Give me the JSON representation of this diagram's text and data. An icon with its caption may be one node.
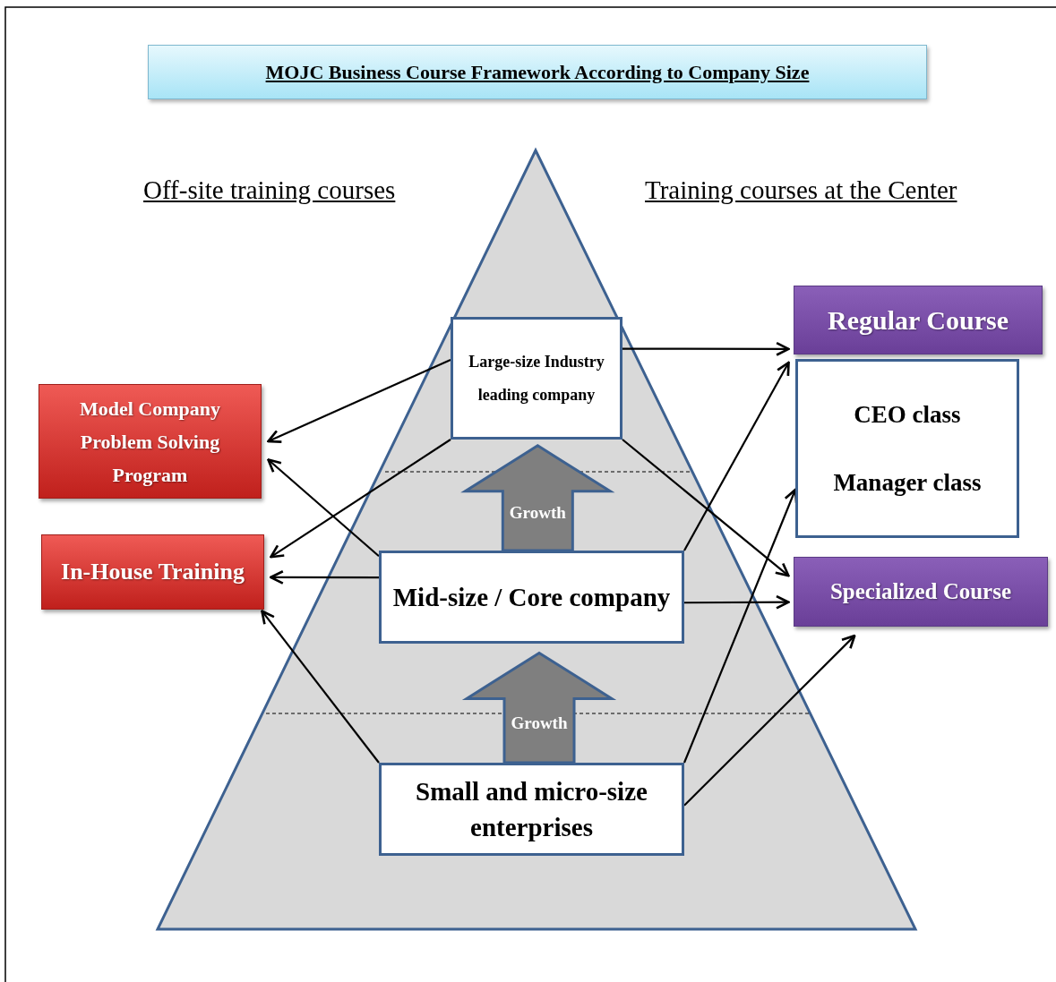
{
  "diagram": {
    "title": "MOJC Business Course Framework According to Company Size",
    "nodes": [
      {
        "text": [
          "Large-size Industry leading company"
        ]
      },
      {
        "text": [
          "Model Company Problem Solving Program"
        ]
      },
      {
        "text": [
          "In-House Training"
        ]
      },
      {
        "text": [
          "Mid-size / Core company"
        ]
      },
      {
        "text": [
          "Small and micro-size enterprises"
        ]
      },
      {
        "text": [
          "Regular Course"
        ]
      },
      {
        "text": [
          "CEO class",
          "Manager class"
        ]
      },
      {
        "text": [
          "Specialized Course"
        ]
      }
    ],
    "edges": [
      {
        "from": 0,
        "to": 1,
        "arrow": "to"
      },
      {
        "from": 0,
        "to": 2,
        "arrow": "to"
      },
      {
        "from": 3,
        "to": 1,
        "arrow": "to"
      },
      {
        "from": 3,
        "to": 2,
        "arrow": "to"
      },
      {
        "from": 4,
        "to": 2,
        "arrow": "to"
      },
      {
        "from": 0,
        "to": 5,
        "arrow": "to"
      },
      {
        "from": 0,
        "to": 7,
        "arrow": "to"
      },
      {
        "from": 3,
        "to": 6,
        "arrow": "to"
      },
      {
        "from": 3,
        "to": 7,
        "arrow": "to"
      },
      {
        "from": 4,
        "to": 6,
        "arrow": "to"
      },
      {
        "from": 4,
        "to": 7,
        "arrow": "to"
      },
      {
        "from": 4,
        "to": 3,
        "arrow": "to",
        "label": "Growth",
        "style": "thick"
      },
      {
        "from": 3,
        "to": 0,
        "arrow": "to",
        "label": "Growth",
        "style": "thick"
      }
    ],
    "labels": [
      "Off-site training courses",
      "Training courses at the Center"
    ]
  }
}
